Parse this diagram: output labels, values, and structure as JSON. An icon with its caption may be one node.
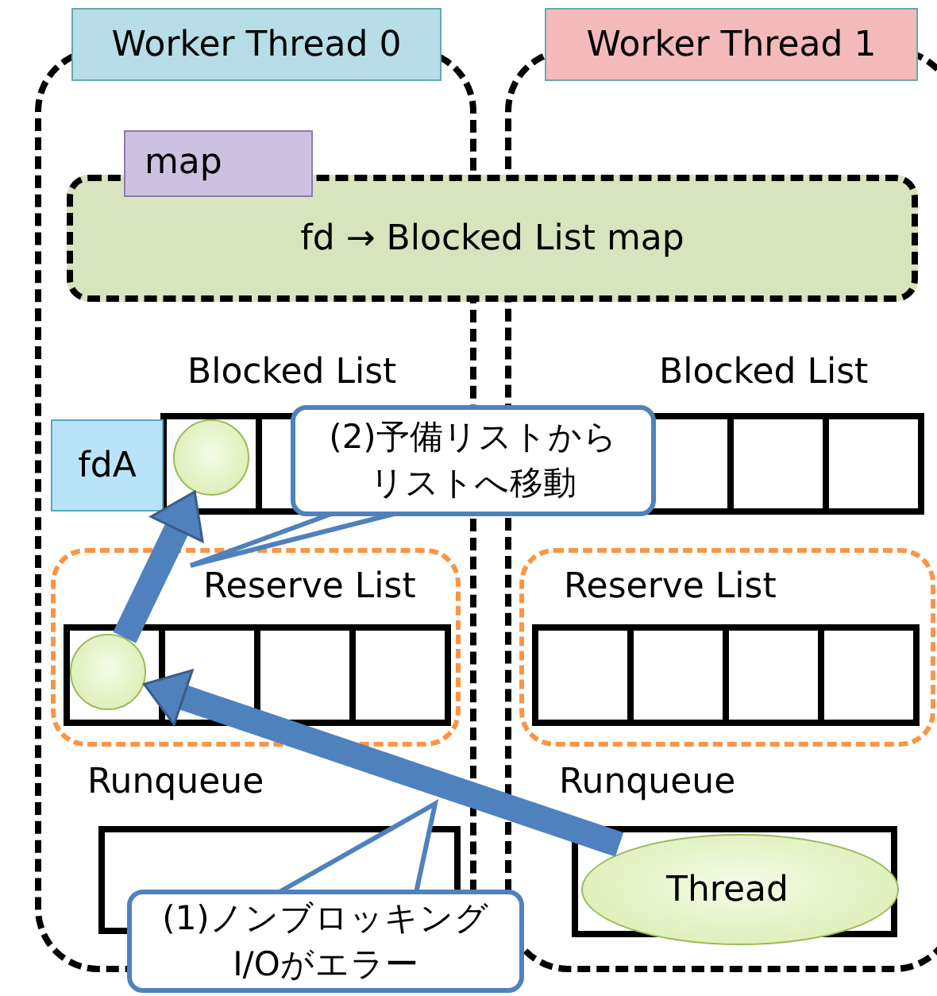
{
  "diagram": {
    "nodes": [
      {
        "text": [
          "Worker Thread 0"
        ]
      },
      {
        "text": [
          "Worker Thread 1"
        ]
      },
      {
        "text": [
          "map"
        ],
        "in": 0
      },
      {
        "text": [
          "fd → Blocked List map"
        ]
      },
      {
        "text": [
          "fdA"
        ],
        "in": 0
      },
      {
        "text": [],
        "shape": "circle",
        "in": 0
      },
      {
        "text": [
          "(2)予備リストからリストへ移動"
        ]
      },
      {
        "text": [
          "Reserve List"
        ],
        "in": 0
      },
      {
        "text": [],
        "shape": "circle",
        "in": 7
      },
      {
        "text": [
          "Reserve List"
        ],
        "in": 1
      },
      {
        "text": [],
        "shape": "box",
        "in": 0
      },
      {
        "text": [],
        "shape": "box",
        "in": 1
      },
      {
        "text": [
          "Thread"
        ],
        "in": 11
      },
      {
        "text": [
          "(1)ノンブロッキングI/Oがエラー"
        ]
      }
    ],
    "edges": [
      {
        "from": 12,
        "to": 8,
        "arrow": "to"
      },
      {
        "from": 8,
        "to": 5,
        "arrow": "to"
      }
    ],
    "labels": [
      "Blocked List",
      "Blocked List",
      "Runqueue",
      "Runqueue"
    ]
  }
}
